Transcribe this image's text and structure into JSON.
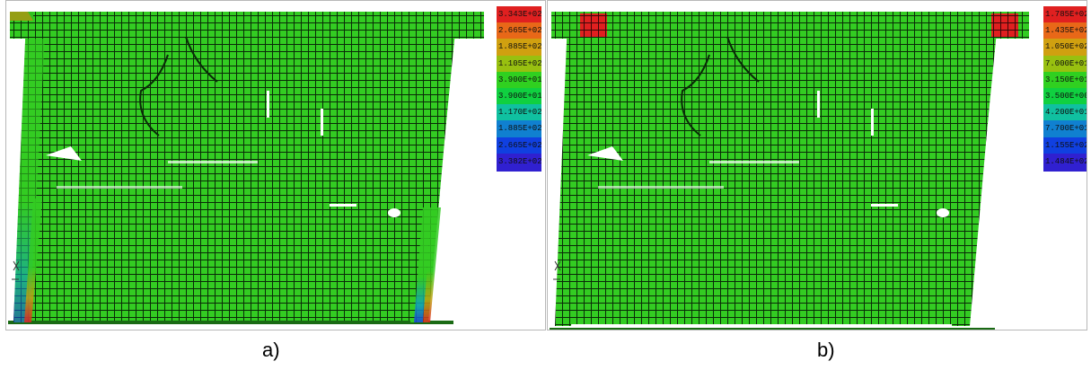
{
  "panels": [
    {
      "caption": "a)",
      "legend": {
        "labels": [
          "3.343E+02",
          "2.665E+02",
          "1.885E+02",
          "1.105E+02",
          "3.900E+01",
          "3.900E+01",
          "1.170E+02",
          "1.885E+02",
          "2.665E+02",
          "3.382E+02"
        ],
        "colors": [
          "#e02020",
          "#e86818",
          "#d0a010",
          "#98c010",
          "#30d020",
          "#10d040",
          "#10c0a0",
          "#1080d0",
          "#1040e0",
          "#3020d0"
        ]
      }
    },
    {
      "caption": "b)",
      "legend": {
        "labels": [
          "1.785E+02",
          "1.435E+02",
          "1.050E+02",
          "7.000E+01",
          "3.150E+01",
          "3.500E+00",
          "4.200E+01",
          "7.700E+01",
          "1.155E+02",
          "1.484E+02"
        ],
        "colors": [
          "#e02020",
          "#e86818",
          "#d0a010",
          "#98c010",
          "#30d020",
          "#10d040",
          "#10c0a0",
          "#1080d0",
          "#1040e0",
          "#3020d0"
        ]
      }
    }
  ],
  "colors": {
    "mesh_fill": "#33cc22",
    "mesh_line": "#0a2a08",
    "stress_red": "#e02020",
    "stress_blue": "#1a40e0"
  }
}
